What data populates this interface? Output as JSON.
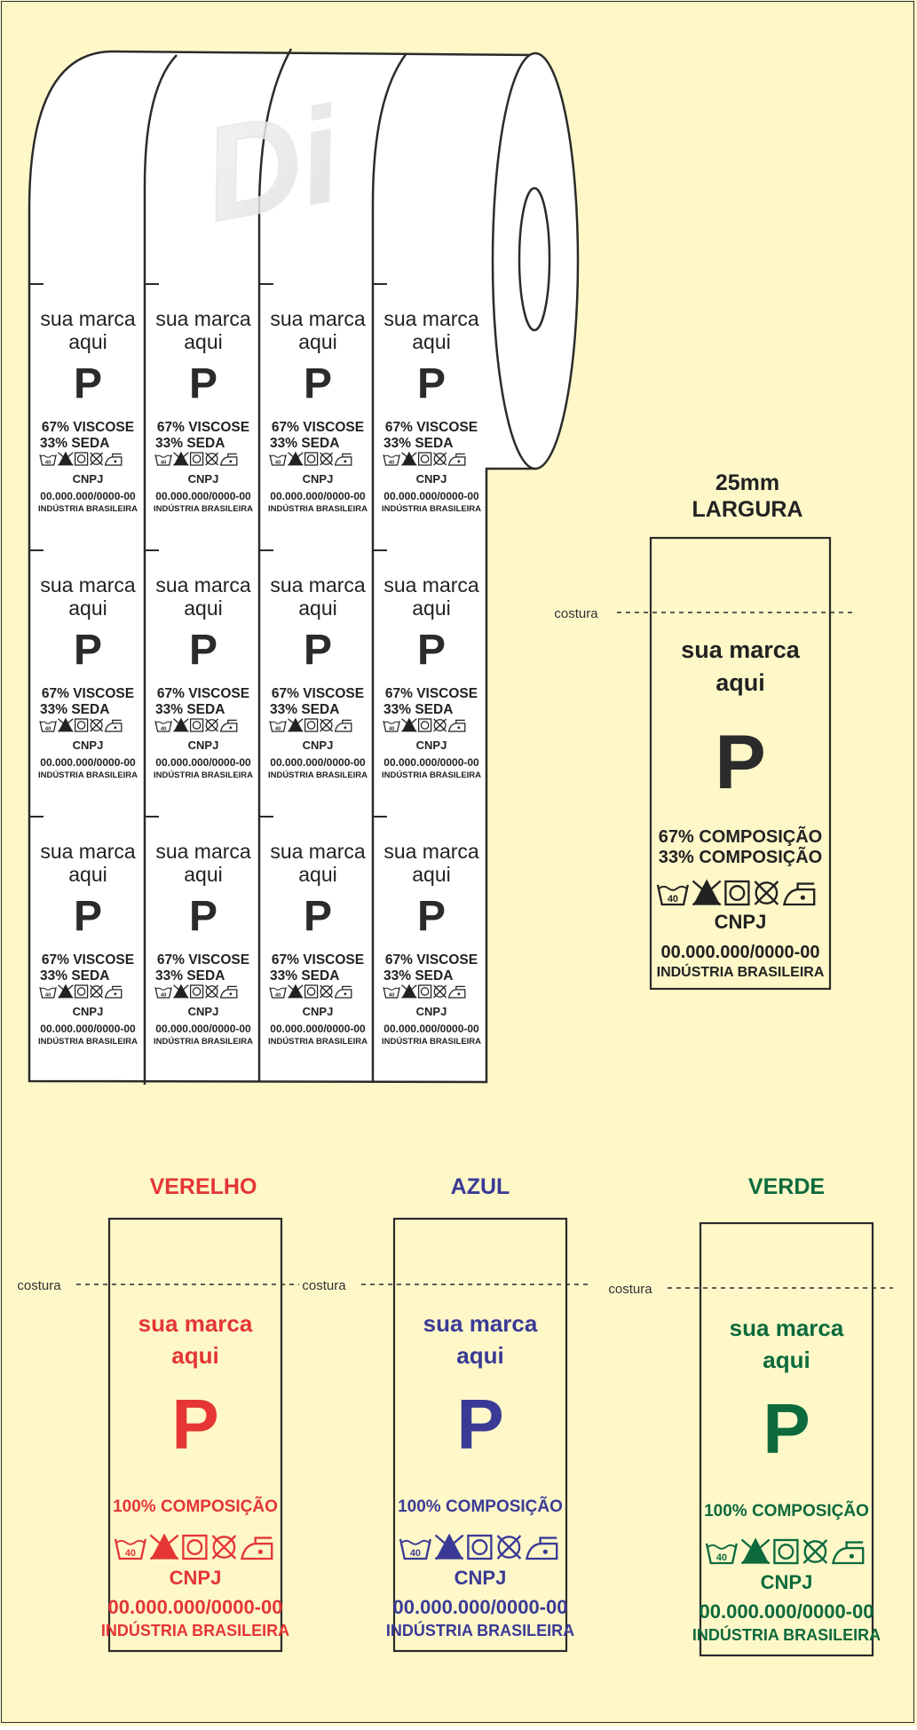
{
  "watermark": "Di",
  "roll_label": {
    "brand": [
      "sua marca",
      "aqui"
    ],
    "size": "P",
    "composition": [
      "67% VISCOSE",
      "33% SEDA"
    ],
    "cnpj_label": "CNPJ",
    "cnpj_number": "00.000.000/0000-00",
    "origin": "INDÚSTRIA BRASILEIRA"
  },
  "width_spec": {
    "value": "25mm",
    "label": "LARGURA"
  },
  "sample_label": {
    "seam": "costura",
    "brand": [
      "sua marca",
      "aqui"
    ],
    "size": "P",
    "composition": [
      "67% COMPOSIÇÃO",
      "33% COMPOSIÇÃO"
    ],
    "cnpj_label": "CNPJ",
    "cnpj_number": "00.000.000/0000-00",
    "origin": "INDÚSTRIA BRASILEIRA",
    "color": "#222222"
  },
  "color_variants": [
    {
      "title": "VERELHO",
      "color": "#e53535",
      "seam": "costura",
      "brand": [
        "sua marca",
        "aqui"
      ],
      "size": "P",
      "composition": "100% COMPOSIÇÃO",
      "cnpj_label": "CNPJ",
      "cnpj_number": "00.000.000/0000-00",
      "origin": "INDÚSTRIA BRASILEIRA"
    },
    {
      "title": "AZUL",
      "color": "#3a3a96",
      "seam": "costura",
      "brand": [
        "sua marca",
        "aqui"
      ],
      "size": "P",
      "composition": "100% COMPOSIÇÃO",
      "cnpj_label": "CNPJ",
      "cnpj_number": "00.000.000/0000-00",
      "origin": "INDÚSTRIA BRASILEIRA"
    },
    {
      "title": "VERDE",
      "color": "#0d6a3c",
      "seam": "costura",
      "brand": [
        "sua marca",
        "aqui"
      ],
      "size": "P",
      "composition": "100% COMPOSIÇÃO",
      "cnpj_label": "CNPJ",
      "cnpj_number": "00.000.000/0000-00",
      "origin": "INDÚSTRIA BRASILEIRA"
    }
  ],
  "care_icons": [
    "wash-40-icon",
    "no-bleach-icon",
    "tumble-dry-icon",
    "no-dry-clean-icon",
    "iron-low-icon"
  ],
  "colors": {
    "background": "#fef8c9",
    "outline": "#2b2b2b",
    "roll": "#ffffff"
  }
}
